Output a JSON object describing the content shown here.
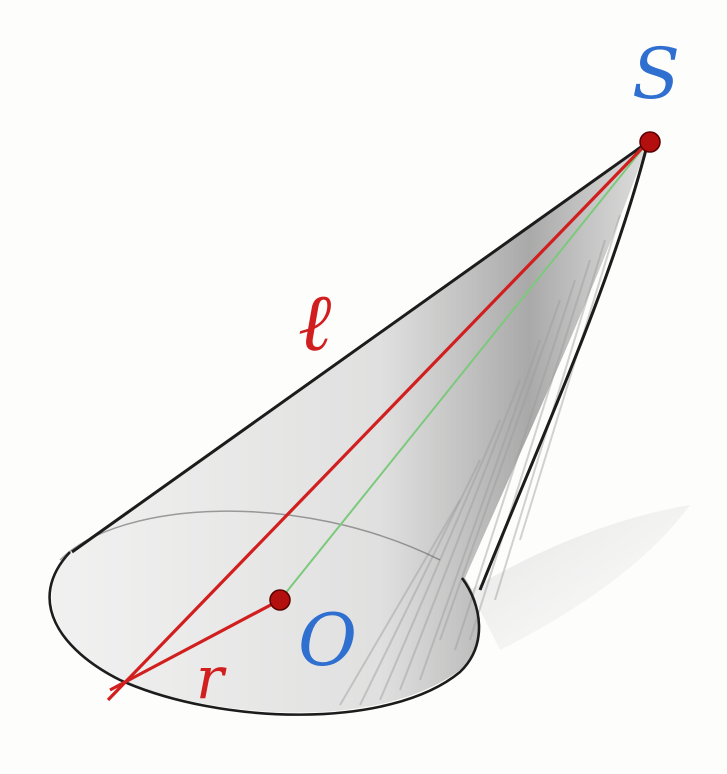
{
  "diagram": {
    "labels": {
      "apex": "S",
      "center": "O",
      "slant_height": "ℓ",
      "radius": "r"
    },
    "colors": {
      "apex_label": "#2f6fd0",
      "center_label": "#2f6fd0",
      "slant_height": "#d11f1f",
      "radius": "#d11f1f",
      "height_line": "#7cc97c",
      "outline": "#1c1c1c",
      "points": "#b30f0f",
      "shading": "#8a8a8a"
    }
  }
}
